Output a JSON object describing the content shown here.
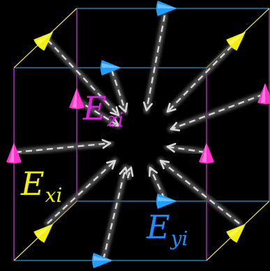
{
  "labels": {
    "ez": {
      "main": "E",
      "sub": "zi",
      "color": "#e020e0"
    },
    "ex": {
      "main": "E",
      "sub": "xi",
      "color": "#f2f200"
    },
    "ey": {
      "main": "E",
      "sub": "yi",
      "color": "#1f8fff"
    }
  },
  "colors": {
    "background": "#000000",
    "x_edge": "#e8d84a",
    "y_edge": "#1e9bd8",
    "z_edge": "#cc2fd8",
    "field_arrow": "#d8d8d8",
    "field_glow": "#505050",
    "x_component": "#f2f200",
    "y_component": "#1f9fff",
    "z_component": "#ff33cc"
  },
  "icons": {
    "z_component": "magenta-cone-marker",
    "x_component": "yellow-cone-marker",
    "y_component": "blue-cone-marker",
    "field": "dashed-inward-arrow"
  }
}
